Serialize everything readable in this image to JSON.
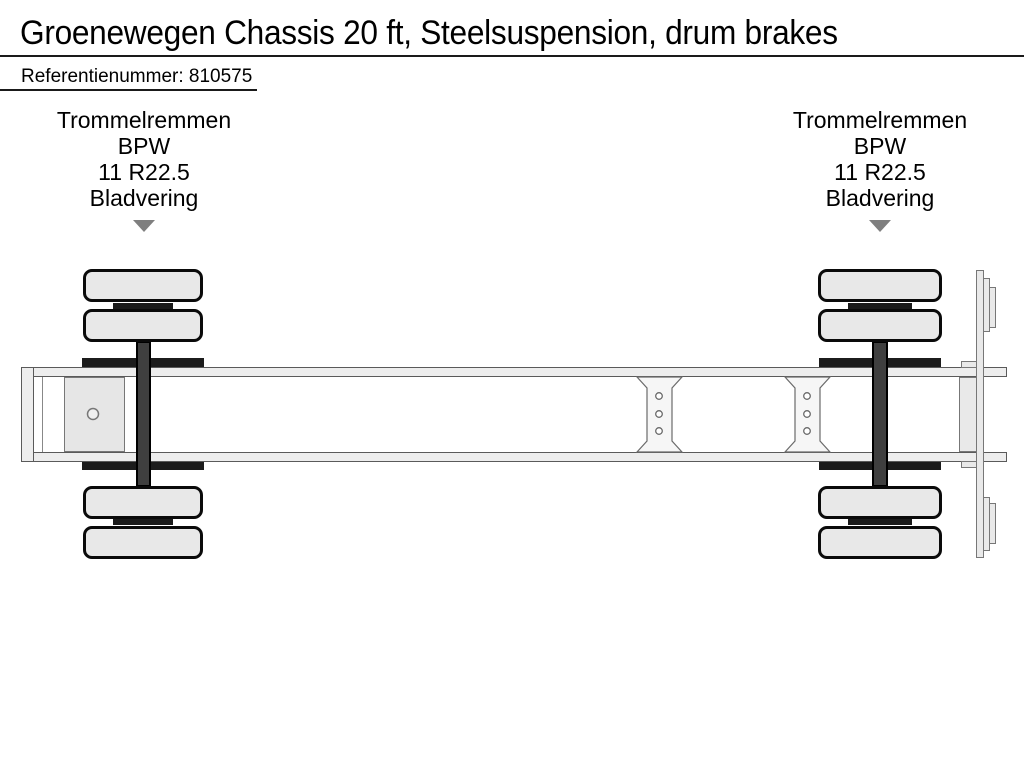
{
  "header": {
    "title": "Groenewegen Chassis 20 ft, Steelsuspension, drum brakes",
    "reference_label": "Referentienummer:",
    "reference_value": "810575"
  },
  "annotations": {
    "front_axle": {
      "marker": "triangle-down-icon",
      "lines": [
        "Trommelremmen",
        "BPW",
        "11 R22.5",
        "Bladvering"
      ]
    },
    "rear_axle": {
      "marker": "triangle-down-icon",
      "lines": [
        "Trommelremmen",
        "BPW",
        "11 R22.5",
        "Bladvering"
      ]
    }
  },
  "colors": {
    "text": "#000000",
    "separator": "#1a1a1a",
    "tire_fill": "#e8e8e8",
    "tire_outline": "#0a0a0a",
    "axle_fill": "#3f3f3f",
    "leaf_spring": "#1c1c1c",
    "frame_fill": "#ededed",
    "frame_border": "#5a5a5a",
    "plate_fill": "#e6e6e6",
    "marker_gray": "#7f7f7f"
  }
}
